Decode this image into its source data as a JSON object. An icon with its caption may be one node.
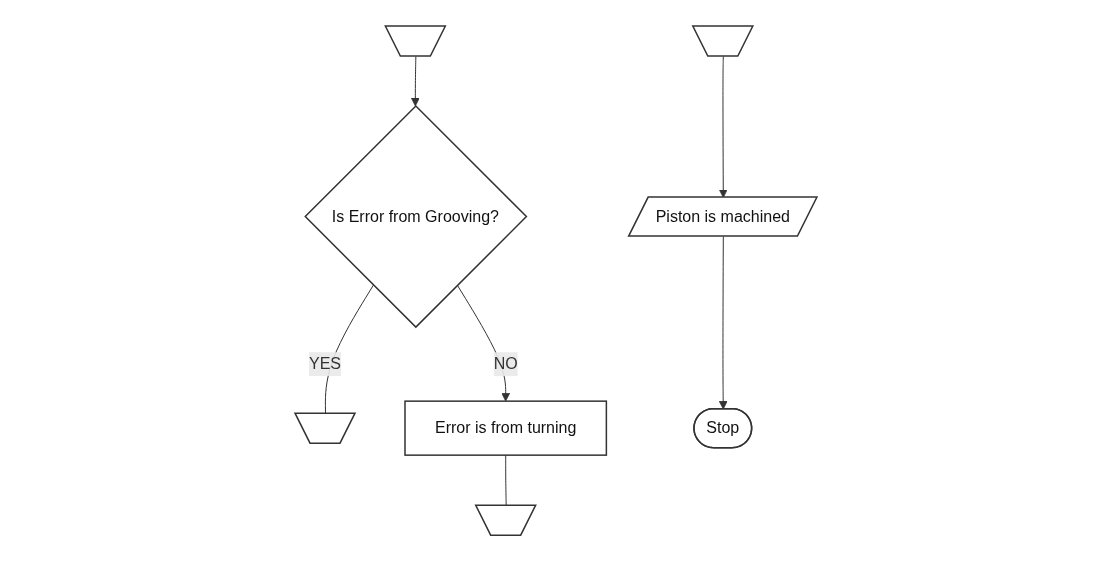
{
  "diagram": {
    "nodes": [
      {
        "text": [],
        "shape": "chevron"
      },
      {
        "text": [],
        "shape": "chevron"
      },
      {
        "text": [],
        "shape": "chevron"
      },
      {
        "text": [
          "Is Error from Grooving?"
        ]
      },
      {
        "text": [
          "Error is from turning"
        ]
      },
      {
        "text": [],
        "shape": "chevron"
      },
      {
        "text": [
          "Piston is machined"
        ]
      },
      {
        "text": [
          "Stop"
        ]
      }
    ],
    "edges": [
      {
        "from": 2,
        "to": 3,
        "arrow": "to"
      },
      {
        "from": 3,
        "to": 1,
        "arrow": "none",
        "label": "YES"
      },
      {
        "from": 3,
        "to": 4,
        "arrow": "to",
        "label": "NO"
      },
      {
        "from": 4,
        "to": 0,
        "arrow": "none"
      },
      {
        "from": 5,
        "to": 6,
        "arrow": "to"
      },
      {
        "from": 6,
        "to": 7,
        "arrow": "to"
      }
    ]
  }
}
